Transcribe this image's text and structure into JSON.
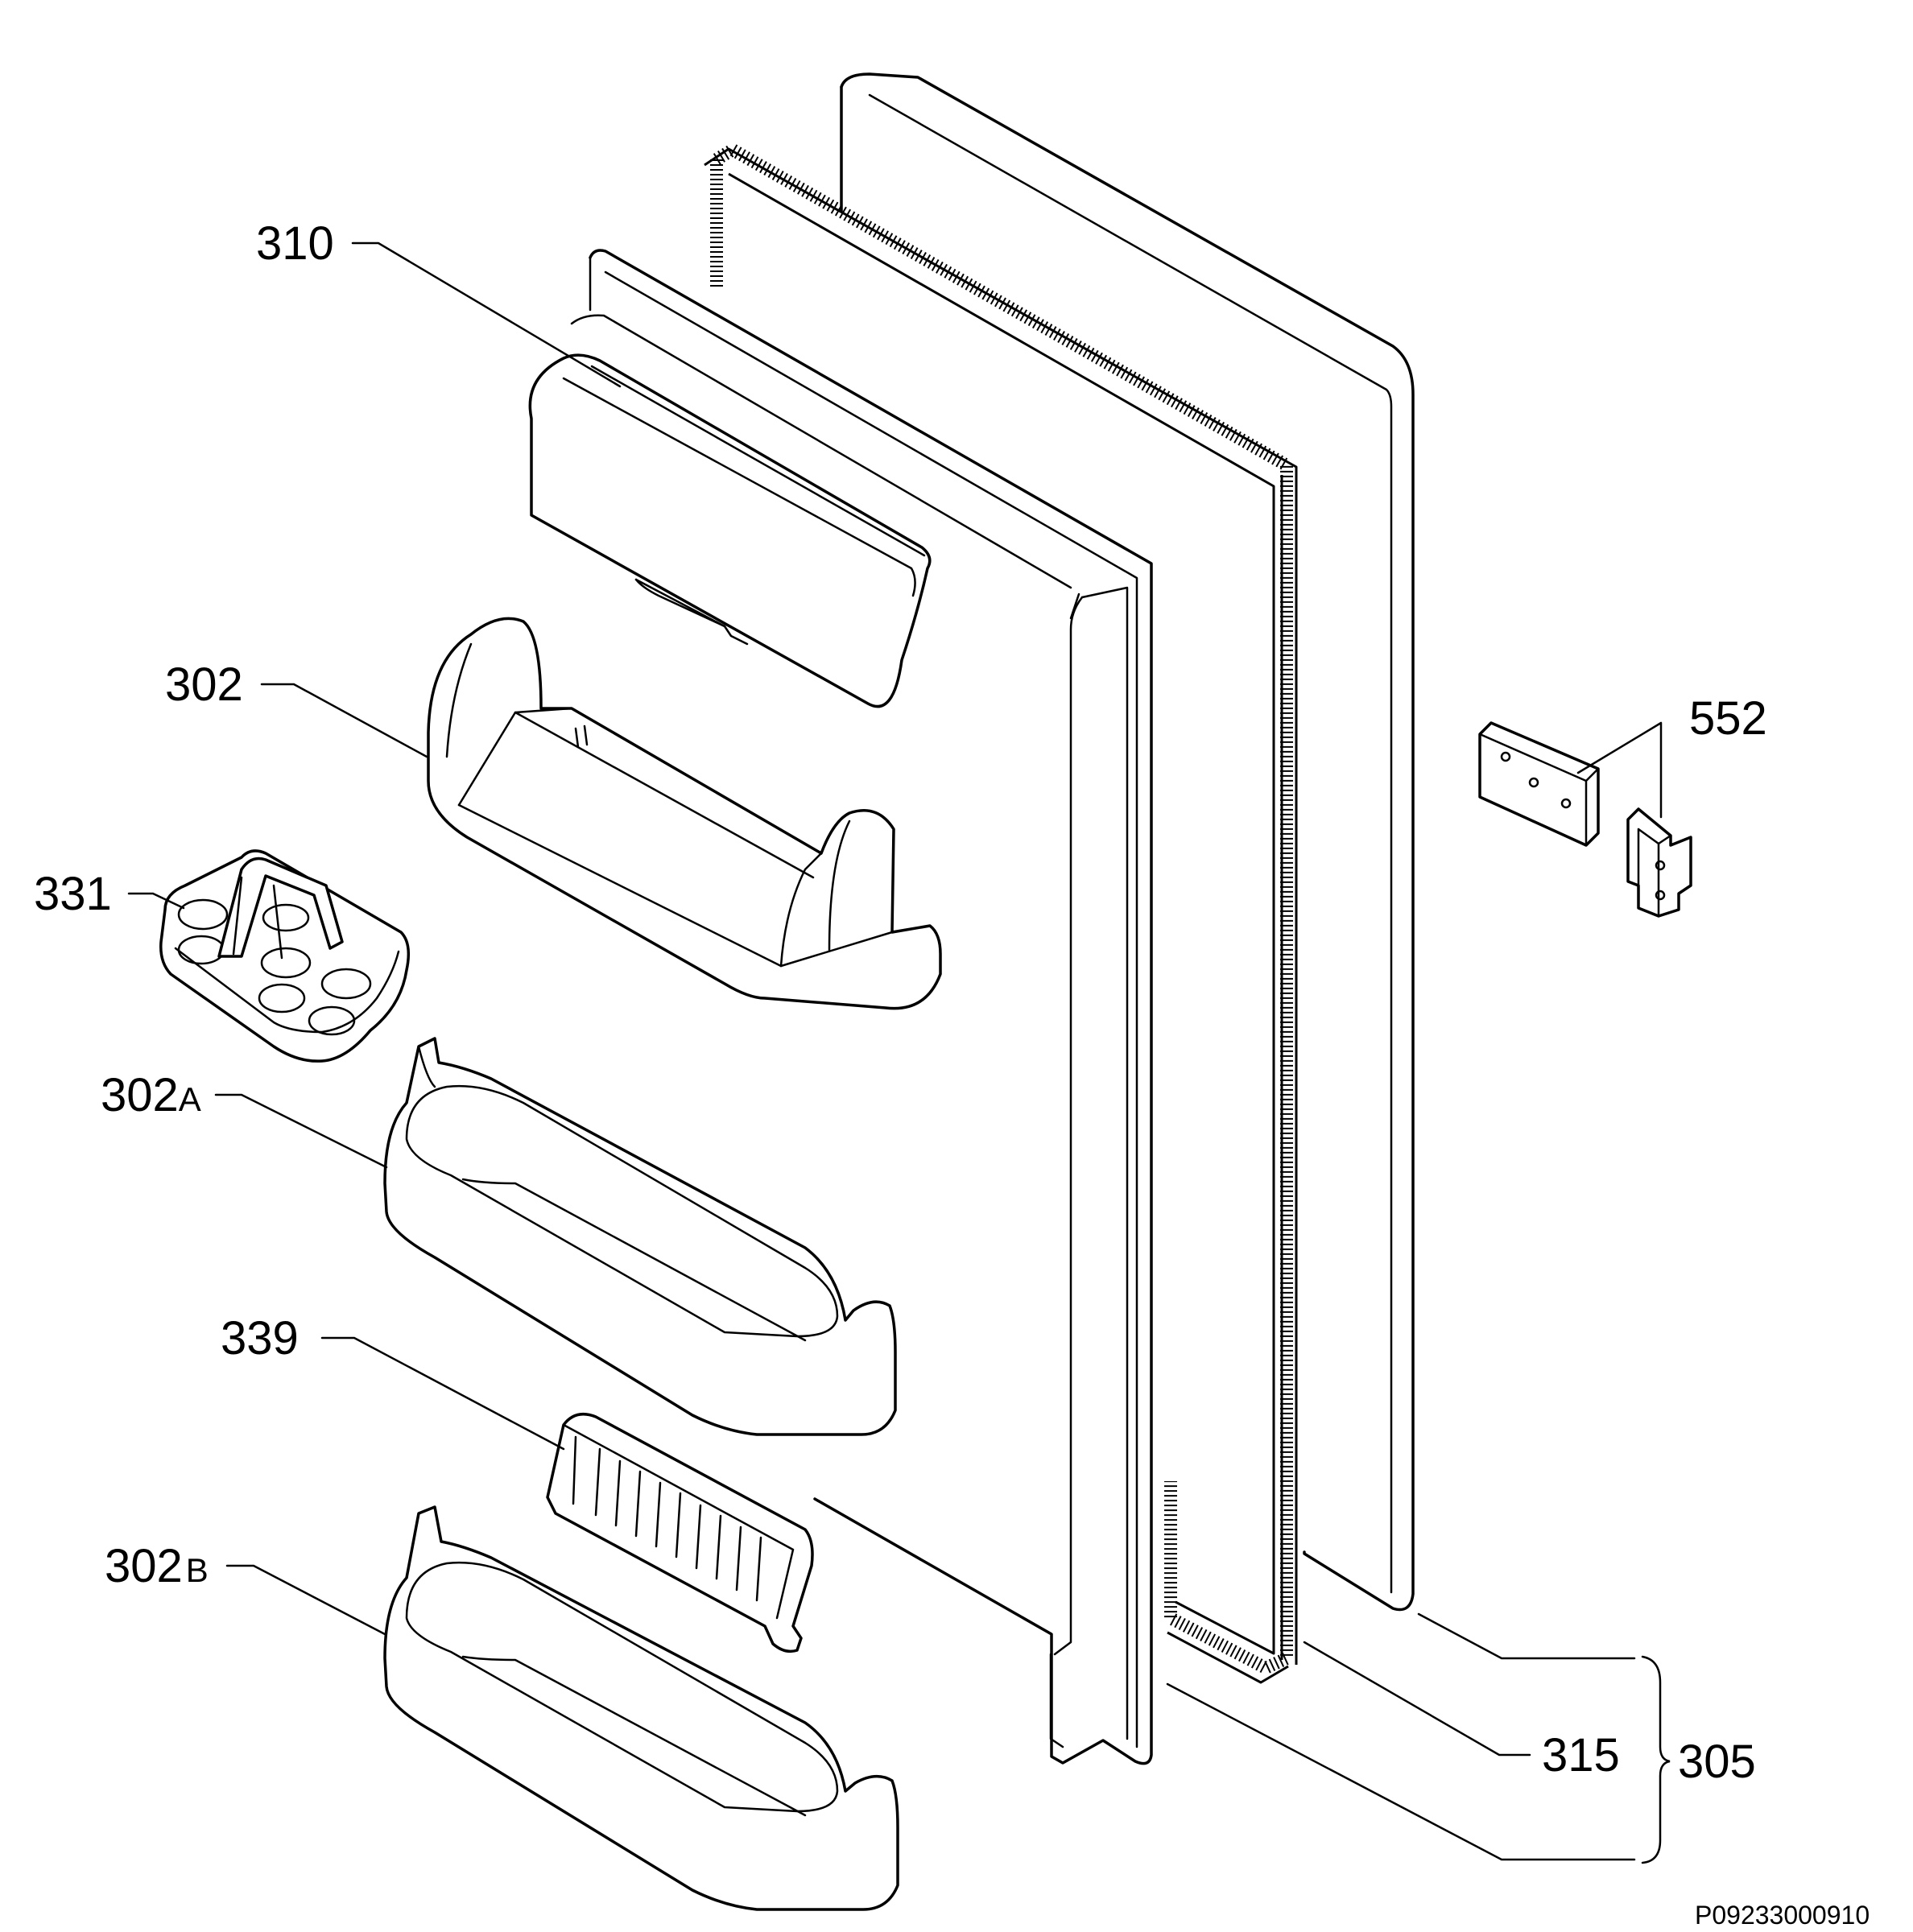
{
  "diagram": {
    "labels": {
      "part_310": "310",
      "part_302": "302",
      "part_331": "331",
      "part_302a_num": "302",
      "part_302a_suffix": "A",
      "part_339": "339",
      "part_302b_num": "302",
      "part_302b_suffix": "B",
      "part_552": "552",
      "part_315": "315",
      "part_305": "305"
    },
    "drawing_code": "P09233000910"
  }
}
